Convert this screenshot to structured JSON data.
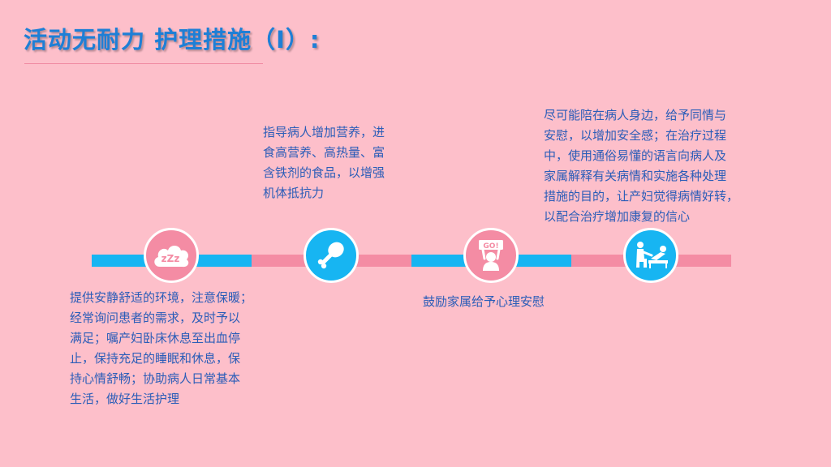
{
  "header": {
    "title": "活动无耐力 护理措施（I）:"
  },
  "timeline": {
    "nodes": [
      {
        "icon": "sleep-cloud-icon",
        "color": "#F48CA4",
        "label": "zZz",
        "lines": [
          "提供安静舒适的环境，注意保暖；",
          "经常询问患者的需求，及时予以",
          "满足；嘱产妇卧床休息至出血停",
          "止，保持充足的睡眠和休息，保",
          "持心情舒畅；协助病人日常基本",
          "生活，做好生活护理"
        ]
      },
      {
        "icon": "drumstick-icon",
        "color": "#17B5F2",
        "lines": [
          "指导病人增加营养，进",
          "食高营养、高热量、富",
          "含铁剂的食品，以增强",
          "机体抵抗力"
        ]
      },
      {
        "icon": "cheering-sign-icon",
        "color": "#F48CA4",
        "label": "GO!",
        "lines": [
          "鼓励家属给予心理安慰"
        ]
      },
      {
        "icon": "caregiver-patient-icon",
        "color": "#17B5F2",
        "lines": [
          "尽可能陪在病人身边，给予同情与",
          "安慰，以增加安全感；在治疗过程",
          "中，使用通俗易懂的语言向病人及",
          "家属解释有关病情和实施各种处理",
          "措施的目的，让产妇觉得病情好转，",
          "以配合治疗增加康复的信心"
        ]
      }
    ]
  }
}
